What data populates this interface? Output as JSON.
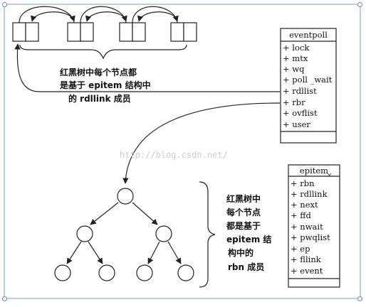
{
  "eventpoll": {
    "title": "eventpoll",
    "fields": [
      "+ lock",
      "+ mtx",
      "+ wq",
      "+ poll _wait",
      "+ rdllist",
      "+ rbr",
      "+ ovflist",
      "+ user"
    ]
  },
  "epitem": {
    "title": "epitem",
    "fields": [
      "+ rbn",
      "+ rdllink",
      "+ next",
      "+ ffd",
      "+ nwait",
      "+ pwqlist",
      "+ ep",
      "+ fllink",
      "+ event"
    ]
  },
  "annotation_top": [
    "红黑树中每个节点都",
    "是基于 epitem 结构中",
    "的 rdllink 成员"
  ],
  "annotation_right": [
    "红黑树中",
    "每个节点",
    "都是基于",
    "epitem 结",
    "构中的",
    "rbn 成员"
  ],
  "watermark": "http://blog.csdn.net/",
  "colors": {
    "line": "#222222",
    "handle": "#6f8fb8"
  }
}
